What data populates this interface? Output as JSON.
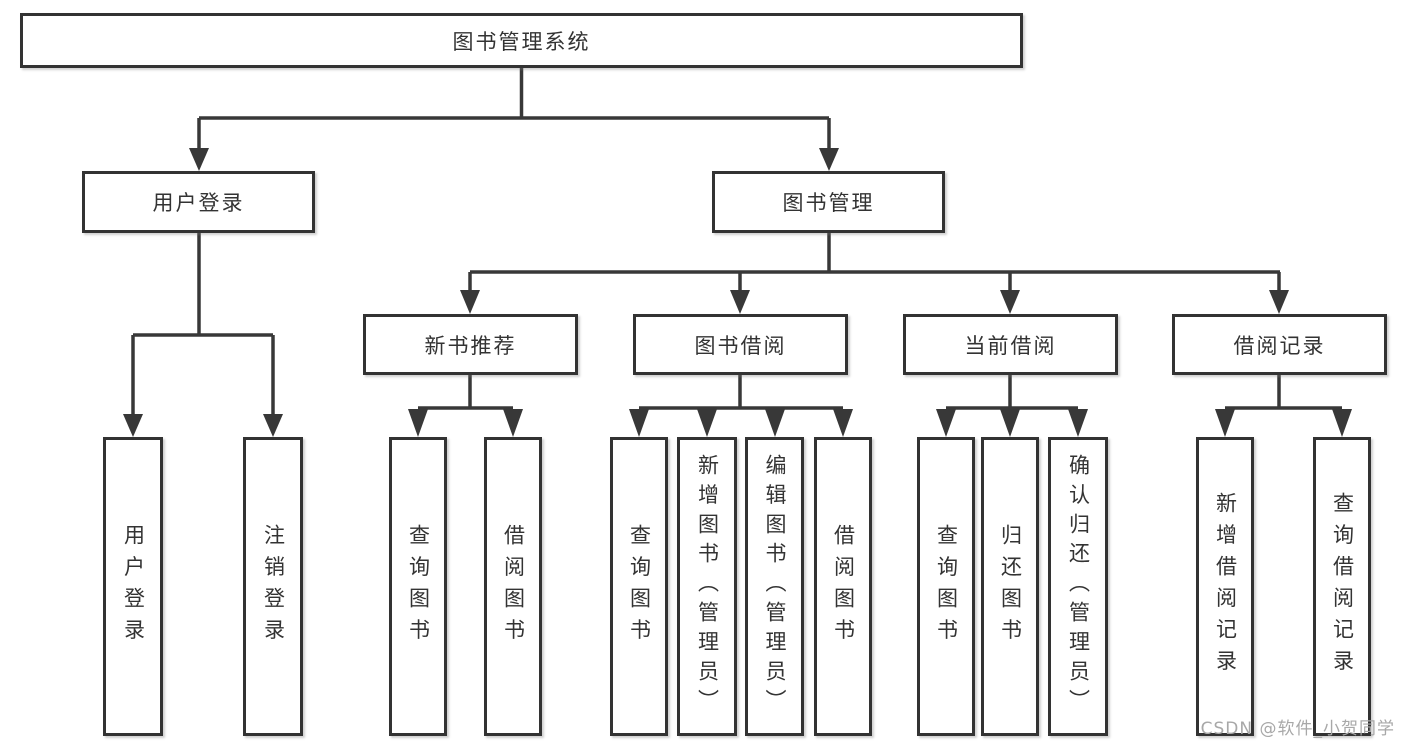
{
  "watermark": "CSDN @软件_小贺同学",
  "colors": {
    "line": "#383838",
    "box_border": "#333333",
    "text": "#333333",
    "watermark": "#a8a8a8",
    "background": "#ffffff"
  },
  "diagram": {
    "root": {
      "label": "图书管理系统"
    },
    "branches": [
      {
        "label": "用户登录",
        "children": [
          {
            "label": "用户登录"
          },
          {
            "label": "注销登录"
          }
        ]
      },
      {
        "label": "图书管理",
        "children": [
          {
            "label": "新书推荐",
            "children": [
              {
                "label": "查询图书"
              },
              {
                "label": "借阅图书"
              }
            ]
          },
          {
            "label": "图书借阅",
            "children": [
              {
                "label": "查询图书"
              },
              {
                "label": "新增图书（管理员）"
              },
              {
                "label": "编辑图书（管理员）"
              },
              {
                "label": "借阅图书"
              }
            ]
          },
          {
            "label": "当前借阅",
            "children": [
              {
                "label": "查询图书"
              },
              {
                "label": "归还图书"
              },
              {
                "label": "确认归还（管理员）"
              }
            ]
          },
          {
            "label": "借阅记录",
            "children": [
              {
                "label": "新增借阅记录"
              },
              {
                "label": "查询借阅记录"
              }
            ]
          }
        ]
      }
    ]
  }
}
